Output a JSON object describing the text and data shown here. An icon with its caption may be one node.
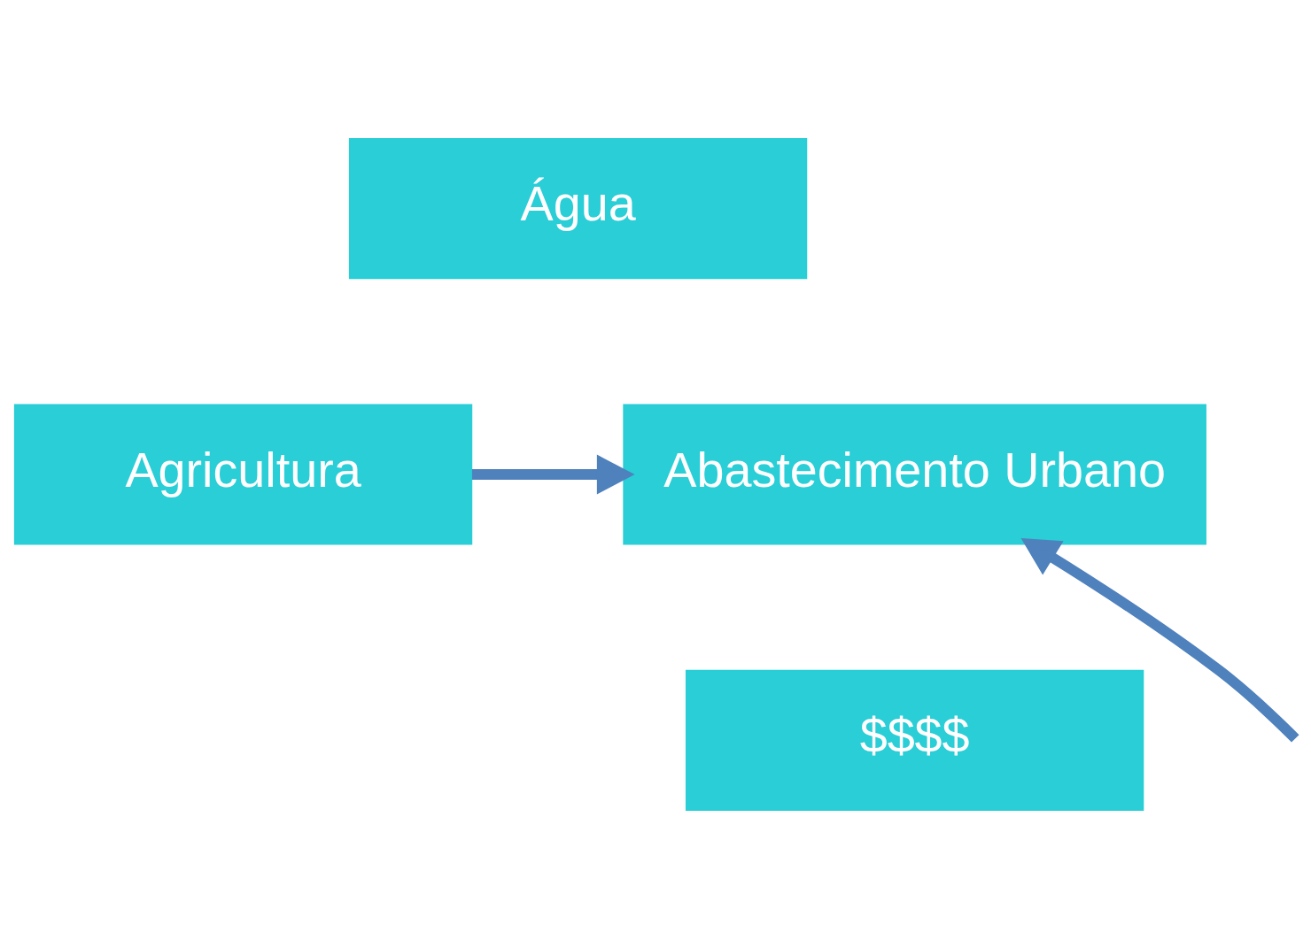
{
  "diagram": {
    "nodes": [
      {
        "text": [
          "Água"
        ]
      },
      {
        "text": [
          "Agricultura"
        ]
      },
      {
        "text": [
          "Abastecimento Urbano"
        ]
      },
      {
        "text": [
          "$$$$"
        ]
      }
    ],
    "edges": [
      {
        "from": 1,
        "to": 2,
        "arrow": "to"
      },
      {
        "from": null,
        "to": 2,
        "arrow": "to"
      }
    ]
  }
}
